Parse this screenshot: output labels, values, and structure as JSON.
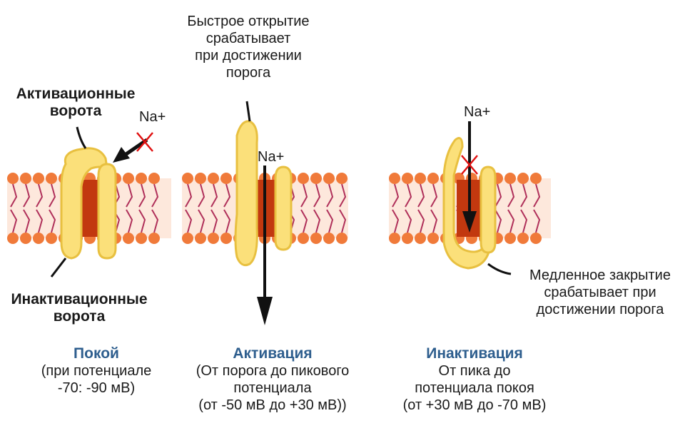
{
  "labels": {
    "fast_opening": [
      "Быстрое открытие",
      "срабатывает",
      "при достижении",
      "порога"
    ],
    "activation_gate": [
      "Активационные",
      "ворота"
    ],
    "inactivation_gate": [
      "Инактивационные",
      "ворота"
    ],
    "slow_closing": [
      "Медленное закрытие",
      "срабатывает при",
      "достижении порога"
    ],
    "ion": "Na+"
  },
  "states": [
    {
      "title": "Покой",
      "desc": [
        "(при потенциале",
        "-70: -90 мВ)"
      ]
    },
    {
      "title": "Активация",
      "desc": [
        "(От порога до пикового",
        "потенциала",
        "(от -50 мВ до +30 мВ))"
      ]
    },
    {
      "title": "Инактивация",
      "desc": [
        "От пика до",
        "потенциала покоя",
        "(от +30 мВ до -70 мВ)"
      ]
    }
  ],
  "colors": {
    "lipid_head": "#f07a3a",
    "lipid_tail": "#b0305a",
    "membrane_bg": "#fde8dc",
    "channel_pore": "#c2380f",
    "gate_fill": "#fbe07a",
    "gate_stroke": "#e0b830",
    "title_blue": "#2e5e8e",
    "block_mark": "#e01010"
  }
}
